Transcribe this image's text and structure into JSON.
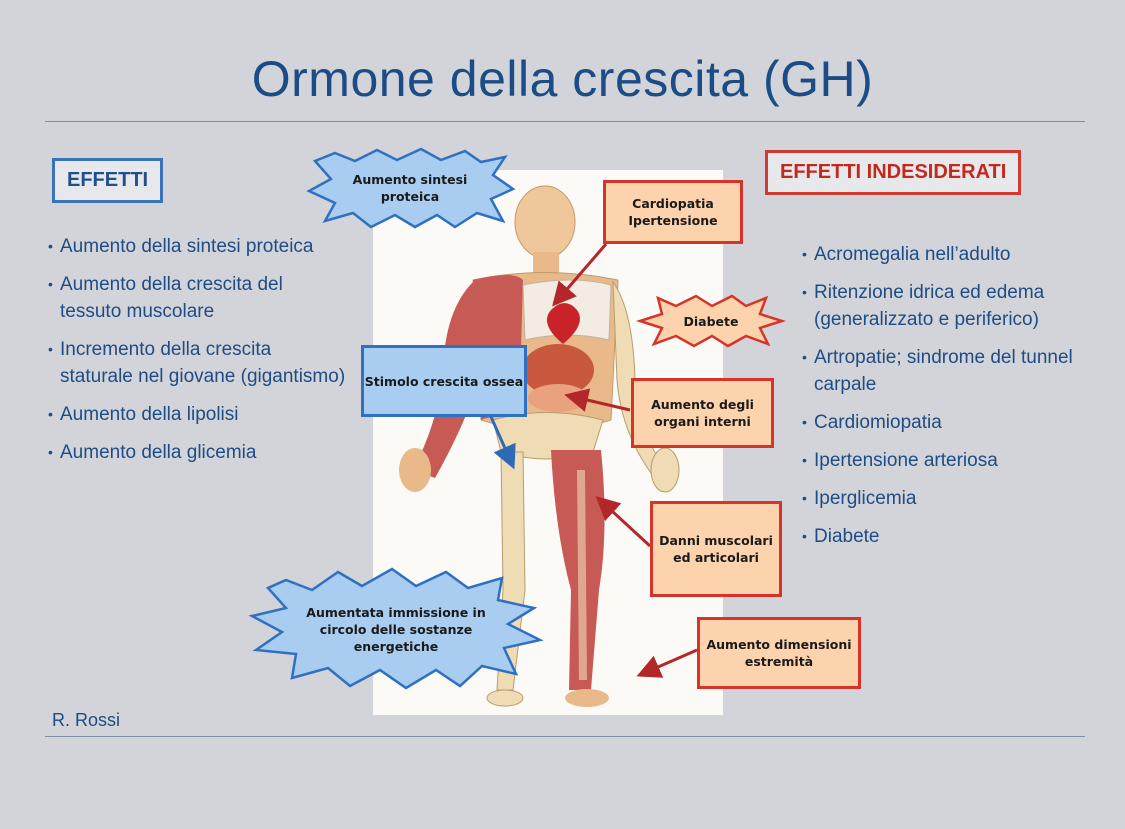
{
  "slide": {
    "title": "Ormone della crescita (GH)",
    "author": "R. Rossi"
  },
  "left_panel": {
    "header": "EFFETTI",
    "items": [
      "Aumento della sintesi proteica",
      "Aumento della crescita del tessuto muscolare",
      "Incremento della crescita staturale nel giovane (gigantismo)",
      "Aumento della lipolisi",
      "Aumento della glicemia"
    ]
  },
  "right_panel": {
    "header": "EFFETTI  INDESIDERATI",
    "items": [
      "Acromegalia nell’adulto",
      "Ritenzione idrica ed edema (generalizzato e periferico)",
      "Artropatie; sindrome del tunnel carpale",
      "Cardiomiopatia",
      "Ipertensione arteriosa",
      "Iperglicemia",
      "Diabete"
    ]
  },
  "callouts": {
    "sintesi": "Aumento sintesi proteica",
    "cardio": "Cardiopatia Ipertensione",
    "diabete": "Diabete",
    "stimolo": "Stimolo crescita ossea",
    "organi": "Aumento degli organi interni",
    "danni": "Danni muscolari ed articolari",
    "immissione": "Aumentata immissione in circolo delle sostanze energetiche",
    "estremita": "Aumento dimensioni estremità"
  },
  "colors": {
    "title_blue": "#1c4c86",
    "accent_red": "#d23a30",
    "accent_blue": "#3a73b8",
    "callout_orange": "#fdd3ad",
    "callout_blue": "#a8cdf0"
  },
  "icons": {
    "figure": "human-anatomy-figure"
  }
}
